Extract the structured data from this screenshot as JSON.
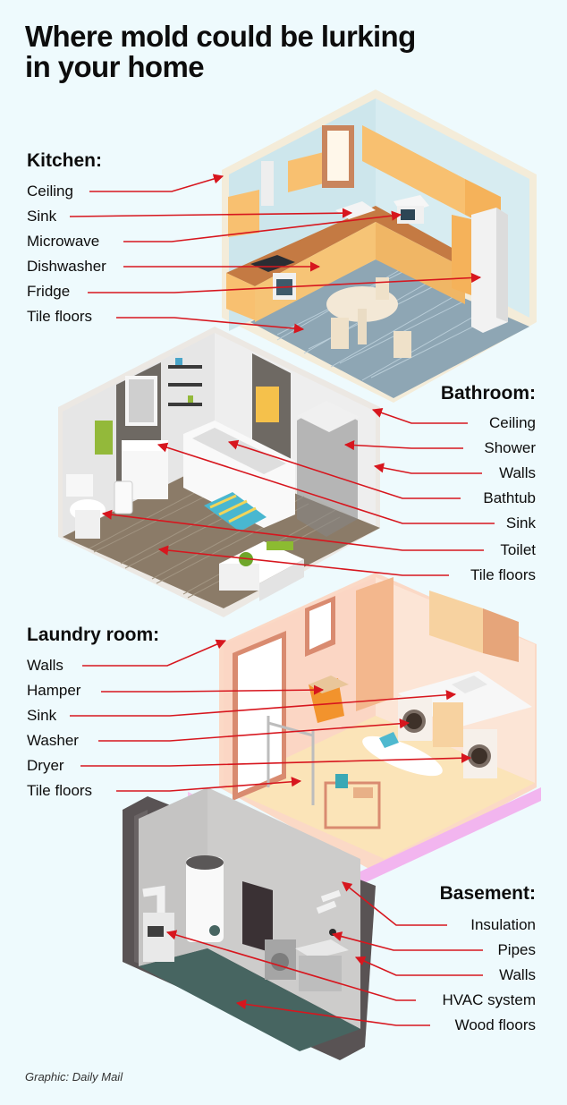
{
  "title": "Where mold could be lurking in your home",
  "title_lines": [
    "Where mold could be lurking",
    "in your home"
  ],
  "accent_color": "#d7161e",
  "background_color": "#eefafd",
  "sections": {
    "kitchen": {
      "heading": "Kitchen:",
      "side": "left",
      "items": [
        "Ceiling",
        "Sink",
        "Microwave",
        "Dishwasher",
        "Fridge",
        "Tile floors"
      ]
    },
    "bathroom": {
      "heading": "Bathroom:",
      "side": "right",
      "items": [
        "Ceiling",
        "Shower",
        "Walls",
        "Bathtub",
        "Sink",
        "Toilet",
        "Tile floors"
      ]
    },
    "laundry": {
      "heading": "Laundry room:",
      "side": "left",
      "items": [
        "Walls",
        "Hamper",
        "Sink",
        "Washer",
        "Dryer",
        "Tile floors"
      ]
    },
    "basement": {
      "heading": "Basement:",
      "side": "right",
      "items": [
        "Insulation",
        "Pipes",
        "Walls",
        "HVAC system",
        "Wood floors"
      ]
    }
  },
  "credit": "Graphic: Daily Mail"
}
